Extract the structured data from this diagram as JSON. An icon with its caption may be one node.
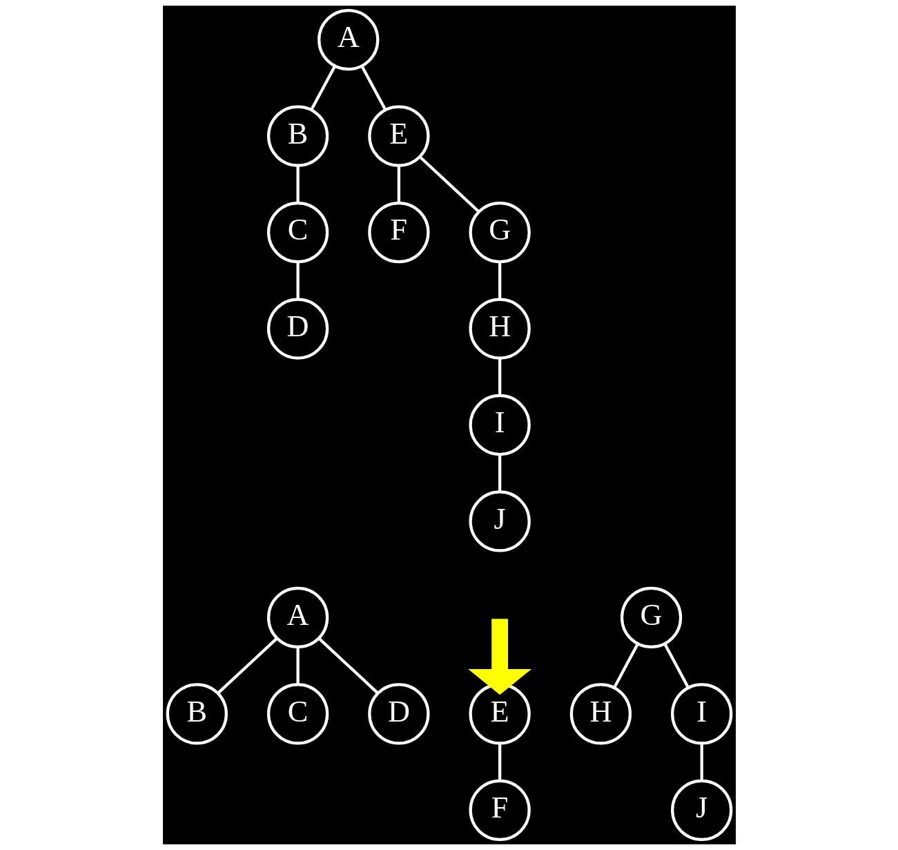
{
  "diagram": {
    "nodes": [
      {
        "text": [
          "A"
        ]
      },
      {
        "text": [
          "B"
        ]
      },
      {
        "text": [
          "E"
        ]
      },
      {
        "text": [
          "C"
        ]
      },
      {
        "text": [
          "F"
        ]
      },
      {
        "text": [
          "G"
        ]
      },
      {
        "text": [
          "D"
        ]
      },
      {
        "text": [
          "H"
        ]
      },
      {
        "text": [
          "I"
        ]
      },
      {
        "text": [
          "J"
        ]
      },
      {
        "text": [
          "A"
        ]
      },
      {
        "text": [
          "E"
        ]
      },
      {
        "text": [
          "G"
        ]
      },
      {
        "text": [
          "B"
        ]
      },
      {
        "text": [
          "C"
        ]
      },
      {
        "text": [
          "D"
        ]
      },
      {
        "text": [
          "F"
        ]
      },
      {
        "text": [
          "H"
        ]
      },
      {
        "text": [
          "I"
        ]
      },
      {
        "text": [
          "J"
        ]
      }
    ],
    "edges": [
      {
        "from": 0,
        "to": 1,
        "arrow": "none"
      },
      {
        "from": 0,
        "to": 2,
        "arrow": "none"
      },
      {
        "from": 1,
        "to": 3,
        "arrow": "none"
      },
      {
        "from": 2,
        "to": 4,
        "arrow": "none"
      },
      {
        "from": 2,
        "to": 5,
        "arrow": "none"
      },
      {
        "from": 3,
        "to": 6,
        "arrow": "none"
      },
      {
        "from": 5,
        "to": 7,
        "arrow": "none"
      },
      {
        "from": 7,
        "to": 8,
        "arrow": "none"
      },
      {
        "from": 8,
        "to": 9,
        "arrow": "none"
      },
      {
        "from": null,
        "to": 11,
        "arrow": "to",
        "style": "thick",
        "color": "#ffff00"
      },
      {
        "from": 10,
        "to": 13,
        "arrow": "none"
      },
      {
        "from": 10,
        "to": 14,
        "arrow": "none"
      },
      {
        "from": 10,
        "to": 15,
        "arrow": "none"
      },
      {
        "from": 11,
        "to": 16,
        "arrow": "none"
      },
      {
        "from": 12,
        "to": 17,
        "arrow": "none"
      },
      {
        "from": 12,
        "to": 18,
        "arrow": "none"
      },
      {
        "from": 18,
        "to": 19,
        "arrow": "none"
      }
    ]
  }
}
